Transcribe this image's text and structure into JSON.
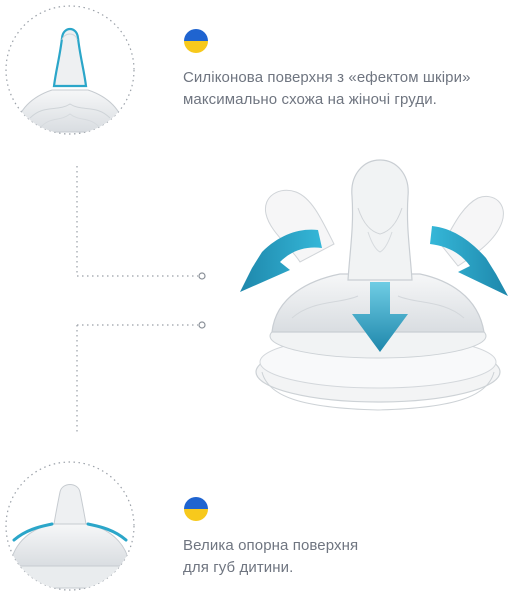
{
  "features": [
    {
      "flag_icon": "ukraine-flag-icon",
      "flag_colors": [
        "#1f64d0",
        "#f7c91c"
      ],
      "lines": [
        "Силіконова поверхня з «ефектом шкіри»",
        "максимально схожа на жіночі груди."
      ]
    },
    {
      "flag_icon": "ukraine-flag-icon",
      "flag_colors": [
        "#1f64d0",
        "#f7c91c"
      ],
      "lines": [
        "Велика опорна поверхня",
        "для губ дитини."
      ]
    }
  ],
  "colors": {
    "accent": "#2ba6c9",
    "accent_dark": "#1e87ab",
    "connector": "#9aa0a8",
    "text": "#6f7580"
  },
  "icons": [
    "teat-skin-surface-icon",
    "teat-wide-base-icon",
    "flexible-teat-arrows-illustration"
  ]
}
